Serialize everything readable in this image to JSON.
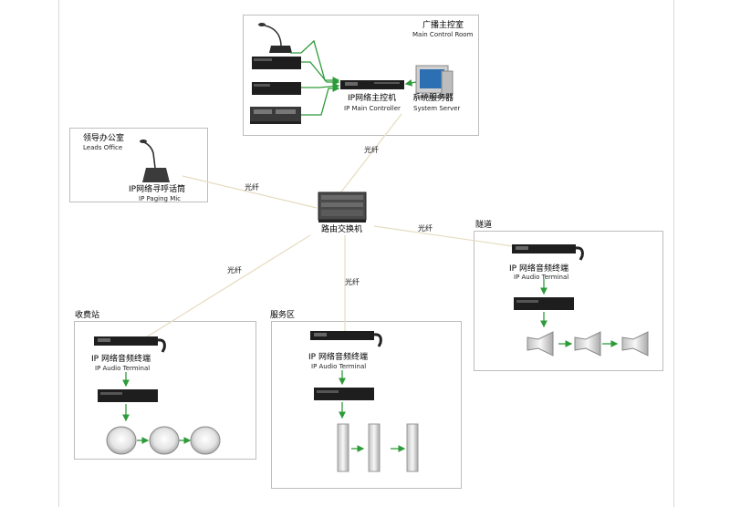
{
  "main_room": {
    "title_cn": "广播主控室",
    "title_en": "Main Control Room",
    "controller_cn": "IP网络主控机",
    "controller_en": "IP Main Controller",
    "server_cn": "系统服务器",
    "server_en": "System Server"
  },
  "leads_office": {
    "title_cn": "领导办公室",
    "title_en": "Leads Office",
    "mic_cn": "IP网络寻呼话筒",
    "mic_en": "IP Paging Mic"
  },
  "switch": {
    "label": "路由交换机"
  },
  "fiber_label": "光纤",
  "toll_station": {
    "title": "收费站",
    "terminal_cn": "IP 网络音频终端",
    "terminal_en": "IP Audio Terminal"
  },
  "service_area": {
    "title": "服务区",
    "terminal_cn": "IP 网络音频终端",
    "terminal_en": "IP Audio Terminal"
  },
  "tunnel": {
    "title": "隧道",
    "terminal_cn": "IP 网络音频终端",
    "terminal_en": "IP Audio Terminal"
  },
  "colors": {
    "arrow": "#2e9b3a",
    "fiber_line": "#e6dcc0",
    "box_border": "#bdbdbd",
    "device": "#1e1e1e"
  }
}
